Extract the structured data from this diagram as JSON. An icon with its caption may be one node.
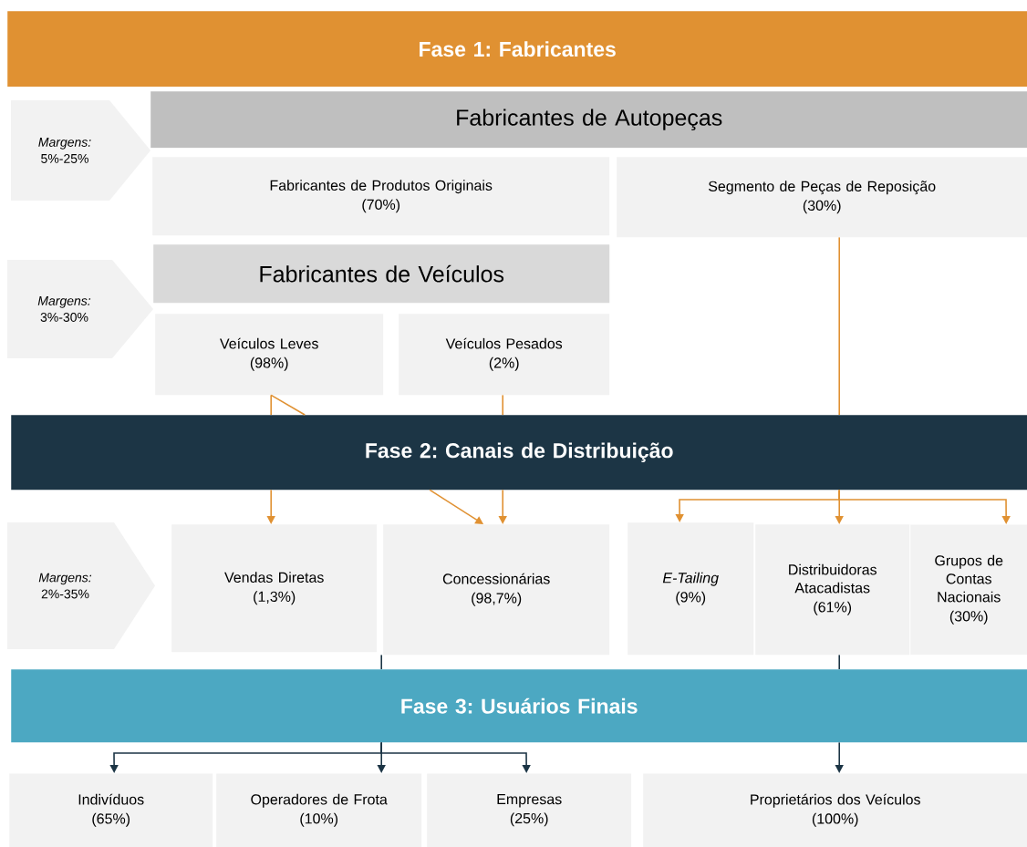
{
  "diagram": {
    "nodes": [
      {
        "text": [
          "Fase 1: Fabricantes"
        ]
      },
      {
        "text": [
          "Margens:",
          "5%-25%"
        ]
      },
      {
        "text": [
          "Fabricantes de Autopeças"
        ]
      },
      {
        "text": [
          "Fabricantes de Produtos Originais",
          "(70%)"
        ]
      },
      {
        "text": [
          "Segmento de Peças de Reposição",
          "(30%)"
        ]
      },
      {
        "text": [
          "Margens:",
          "3%-30%"
        ]
      },
      {
        "text": [
          "Fabricantes de Veículos"
        ]
      },
      {
        "text": [
          "Veículos Leves",
          "(98%)"
        ]
      },
      {
        "text": [
          "Veículos Pesados",
          "(2%)"
        ]
      },
      {
        "text": [
          "Fase 2: Canais de Distribuição"
        ]
      },
      {
        "text": [
          "Margens:",
          "2%-35%"
        ]
      },
      {
        "text": [
          "Vendas Diretas",
          "(1,3%)"
        ]
      },
      {
        "text": [
          "Concessionárias",
          "(98,7%)"
        ]
      },
      {
        "text": [
          "E-Tailing",
          "(9%)"
        ]
      },
      {
        "text": [
          "Distribuidoras Atacadistas",
          "(61%)"
        ]
      },
      {
        "text": [
          "Grupos de Contas Nacionais",
          "(30%)"
        ]
      },
      {
        "text": [
          "Fase 3: Usuários Finais"
        ]
      },
      {
        "text": [
          "Indivíduos",
          "(65%)"
        ]
      },
      {
        "text": [
          "Operadores de Frota",
          "(10%)"
        ]
      },
      {
        "text": [
          "Empresas",
          "(25%)"
        ]
      },
      {
        "text": [
          "Proprietários dos Veículos",
          "(100%)"
        ]
      }
    ],
    "edges": [
      {
        "from": 7,
        "to": 9,
        "arrow": "none"
      },
      {
        "from": 7,
        "to": 9,
        "arrow": "none"
      },
      {
        "from": 8,
        "to": 9,
        "arrow": "none"
      },
      {
        "from": 4,
        "to": 9,
        "arrow": "none"
      },
      {
        "from": 9,
        "to": 11,
        "arrow": "to"
      },
      {
        "from": 9,
        "to": 12,
        "arrow": "to"
      },
      {
        "from": 9,
        "to": 12,
        "arrow": "to"
      },
      {
        "from": 9,
        "to": 13,
        "arrow": "to"
      },
      {
        "from": 9,
        "to": 14,
        "arrow": "to"
      },
      {
        "from": 9,
        "to": 15,
        "arrow": "to"
      },
      {
        "from": 12,
        "to": 16,
        "arrow": "none",
        "color": "#1c3545"
      },
      {
        "from": 14,
        "to": 16,
        "arrow": "none",
        "color": "#1c3545"
      },
      {
        "from": 16,
        "to": 17,
        "arrow": "to",
        "color": "#1c3545"
      },
      {
        "from": 16,
        "to": 18,
        "arrow": "to",
        "color": "#1c3545"
      },
      {
        "from": 16,
        "to": 19,
        "arrow": "to",
        "color": "#1c3545"
      },
      {
        "from": 16,
        "to": 20,
        "arrow": "to",
        "color": "#1c3545"
      }
    ]
  }
}
